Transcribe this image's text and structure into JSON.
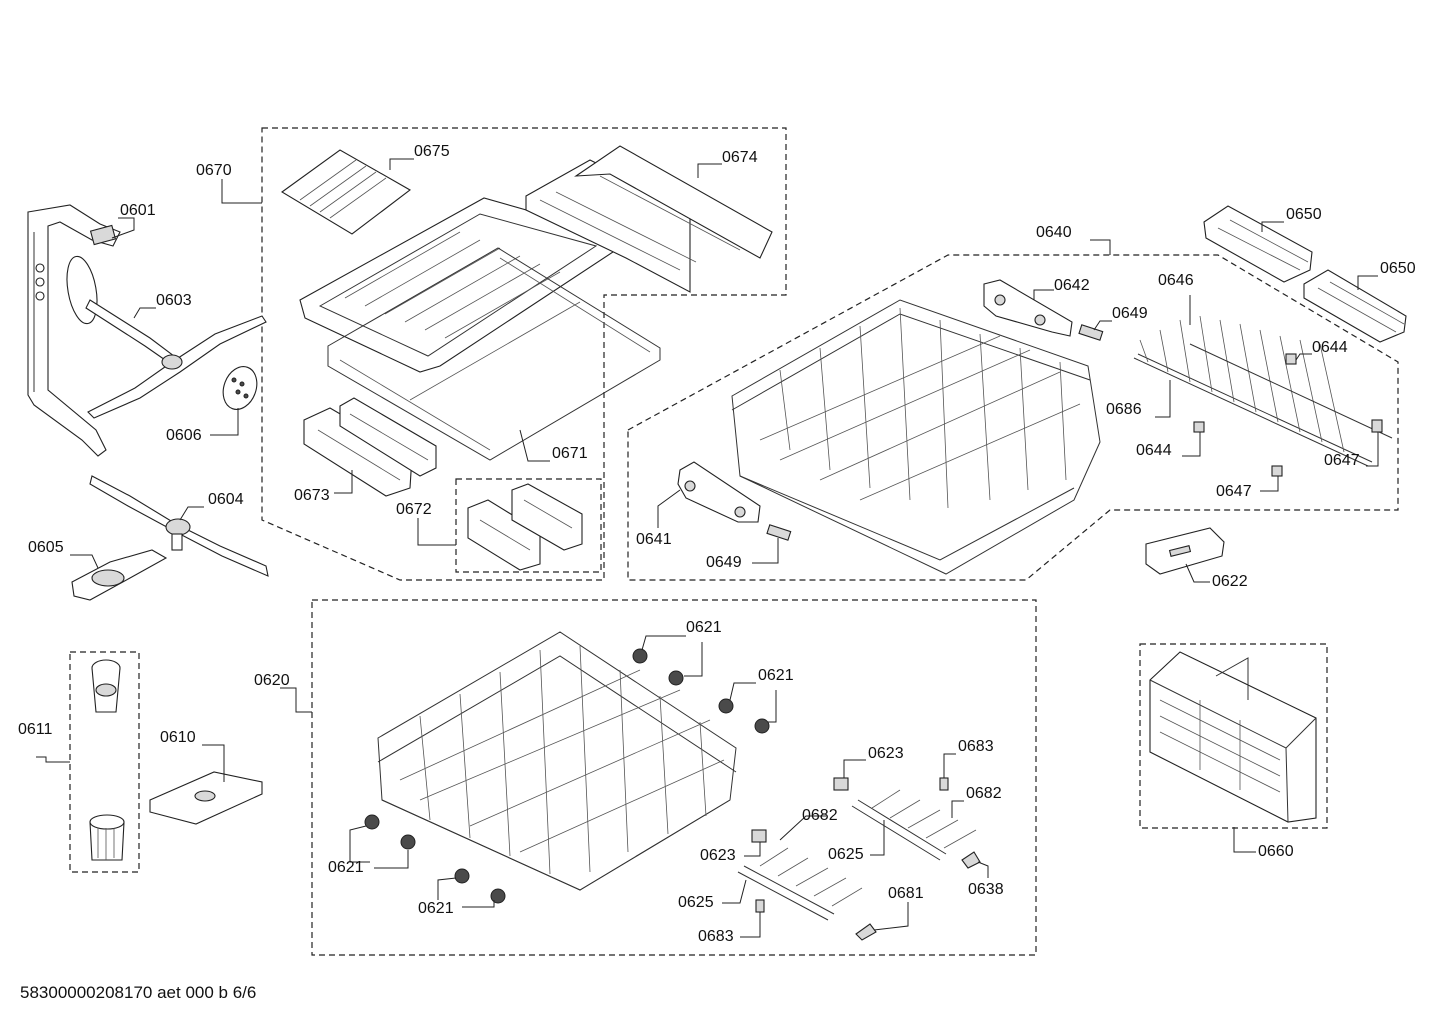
{
  "document": {
    "footer": "58300000208170 aet 000 b 6/6"
  },
  "parts": [
    {
      "id": "p0601",
      "number": "0601"
    },
    {
      "id": "p0603",
      "number": "0603"
    },
    {
      "id": "p0606",
      "number": "0606"
    },
    {
      "id": "p0604",
      "number": "0604"
    },
    {
      "id": "p0605",
      "number": "0605"
    },
    {
      "id": "p0611",
      "number": "0611"
    },
    {
      "id": "p0610",
      "number": "0610"
    },
    {
      "id": "p0670",
      "number": "0670"
    },
    {
      "id": "p0675",
      "number": "0675"
    },
    {
      "id": "p0674",
      "number": "0674"
    },
    {
      "id": "p0671",
      "number": "0671"
    },
    {
      "id": "p0673",
      "number": "0673"
    },
    {
      "id": "p0672",
      "number": "0672"
    },
    {
      "id": "p0640",
      "number": "0640"
    },
    {
      "id": "p0642",
      "number": "0642"
    },
    {
      "id": "p0649a",
      "number": "0649"
    },
    {
      "id": "p0650a",
      "number": "0650"
    },
    {
      "id": "p0650b",
      "number": "0650"
    },
    {
      "id": "p0646",
      "number": "0646"
    },
    {
      "id": "p0644a",
      "number": "0644"
    },
    {
      "id": "p0686",
      "number": "0686"
    },
    {
      "id": "p0644b",
      "number": "0644"
    },
    {
      "id": "p0647a",
      "number": "0647"
    },
    {
      "id": "p0647b",
      "number": "0647"
    },
    {
      "id": "p0641",
      "number": "0641"
    },
    {
      "id": "p0649b",
      "number": "0649"
    },
    {
      "id": "p0622",
      "number": "0622"
    },
    {
      "id": "p0620",
      "number": "0620"
    },
    {
      "id": "p0621a",
      "number": "0621"
    },
    {
      "id": "p0621b",
      "number": "0621"
    },
    {
      "id": "p0621c",
      "number": "0621"
    },
    {
      "id": "p0621d",
      "number": "0621"
    },
    {
      "id": "p0623a",
      "number": "0623"
    },
    {
      "id": "p0683a",
      "number": "0683"
    },
    {
      "id": "p0682a",
      "number": "0682"
    },
    {
      "id": "p0682b",
      "number": "0682"
    },
    {
      "id": "p0623b",
      "number": "0623"
    },
    {
      "id": "p0625a",
      "number": "0625"
    },
    {
      "id": "p0638",
      "number": "0638"
    },
    {
      "id": "p0625b",
      "number": "0625"
    },
    {
      "id": "p0681",
      "number": "0681"
    },
    {
      "id": "p0683b",
      "number": "0683"
    },
    {
      "id": "p0660",
      "number": "0660"
    }
  ]
}
